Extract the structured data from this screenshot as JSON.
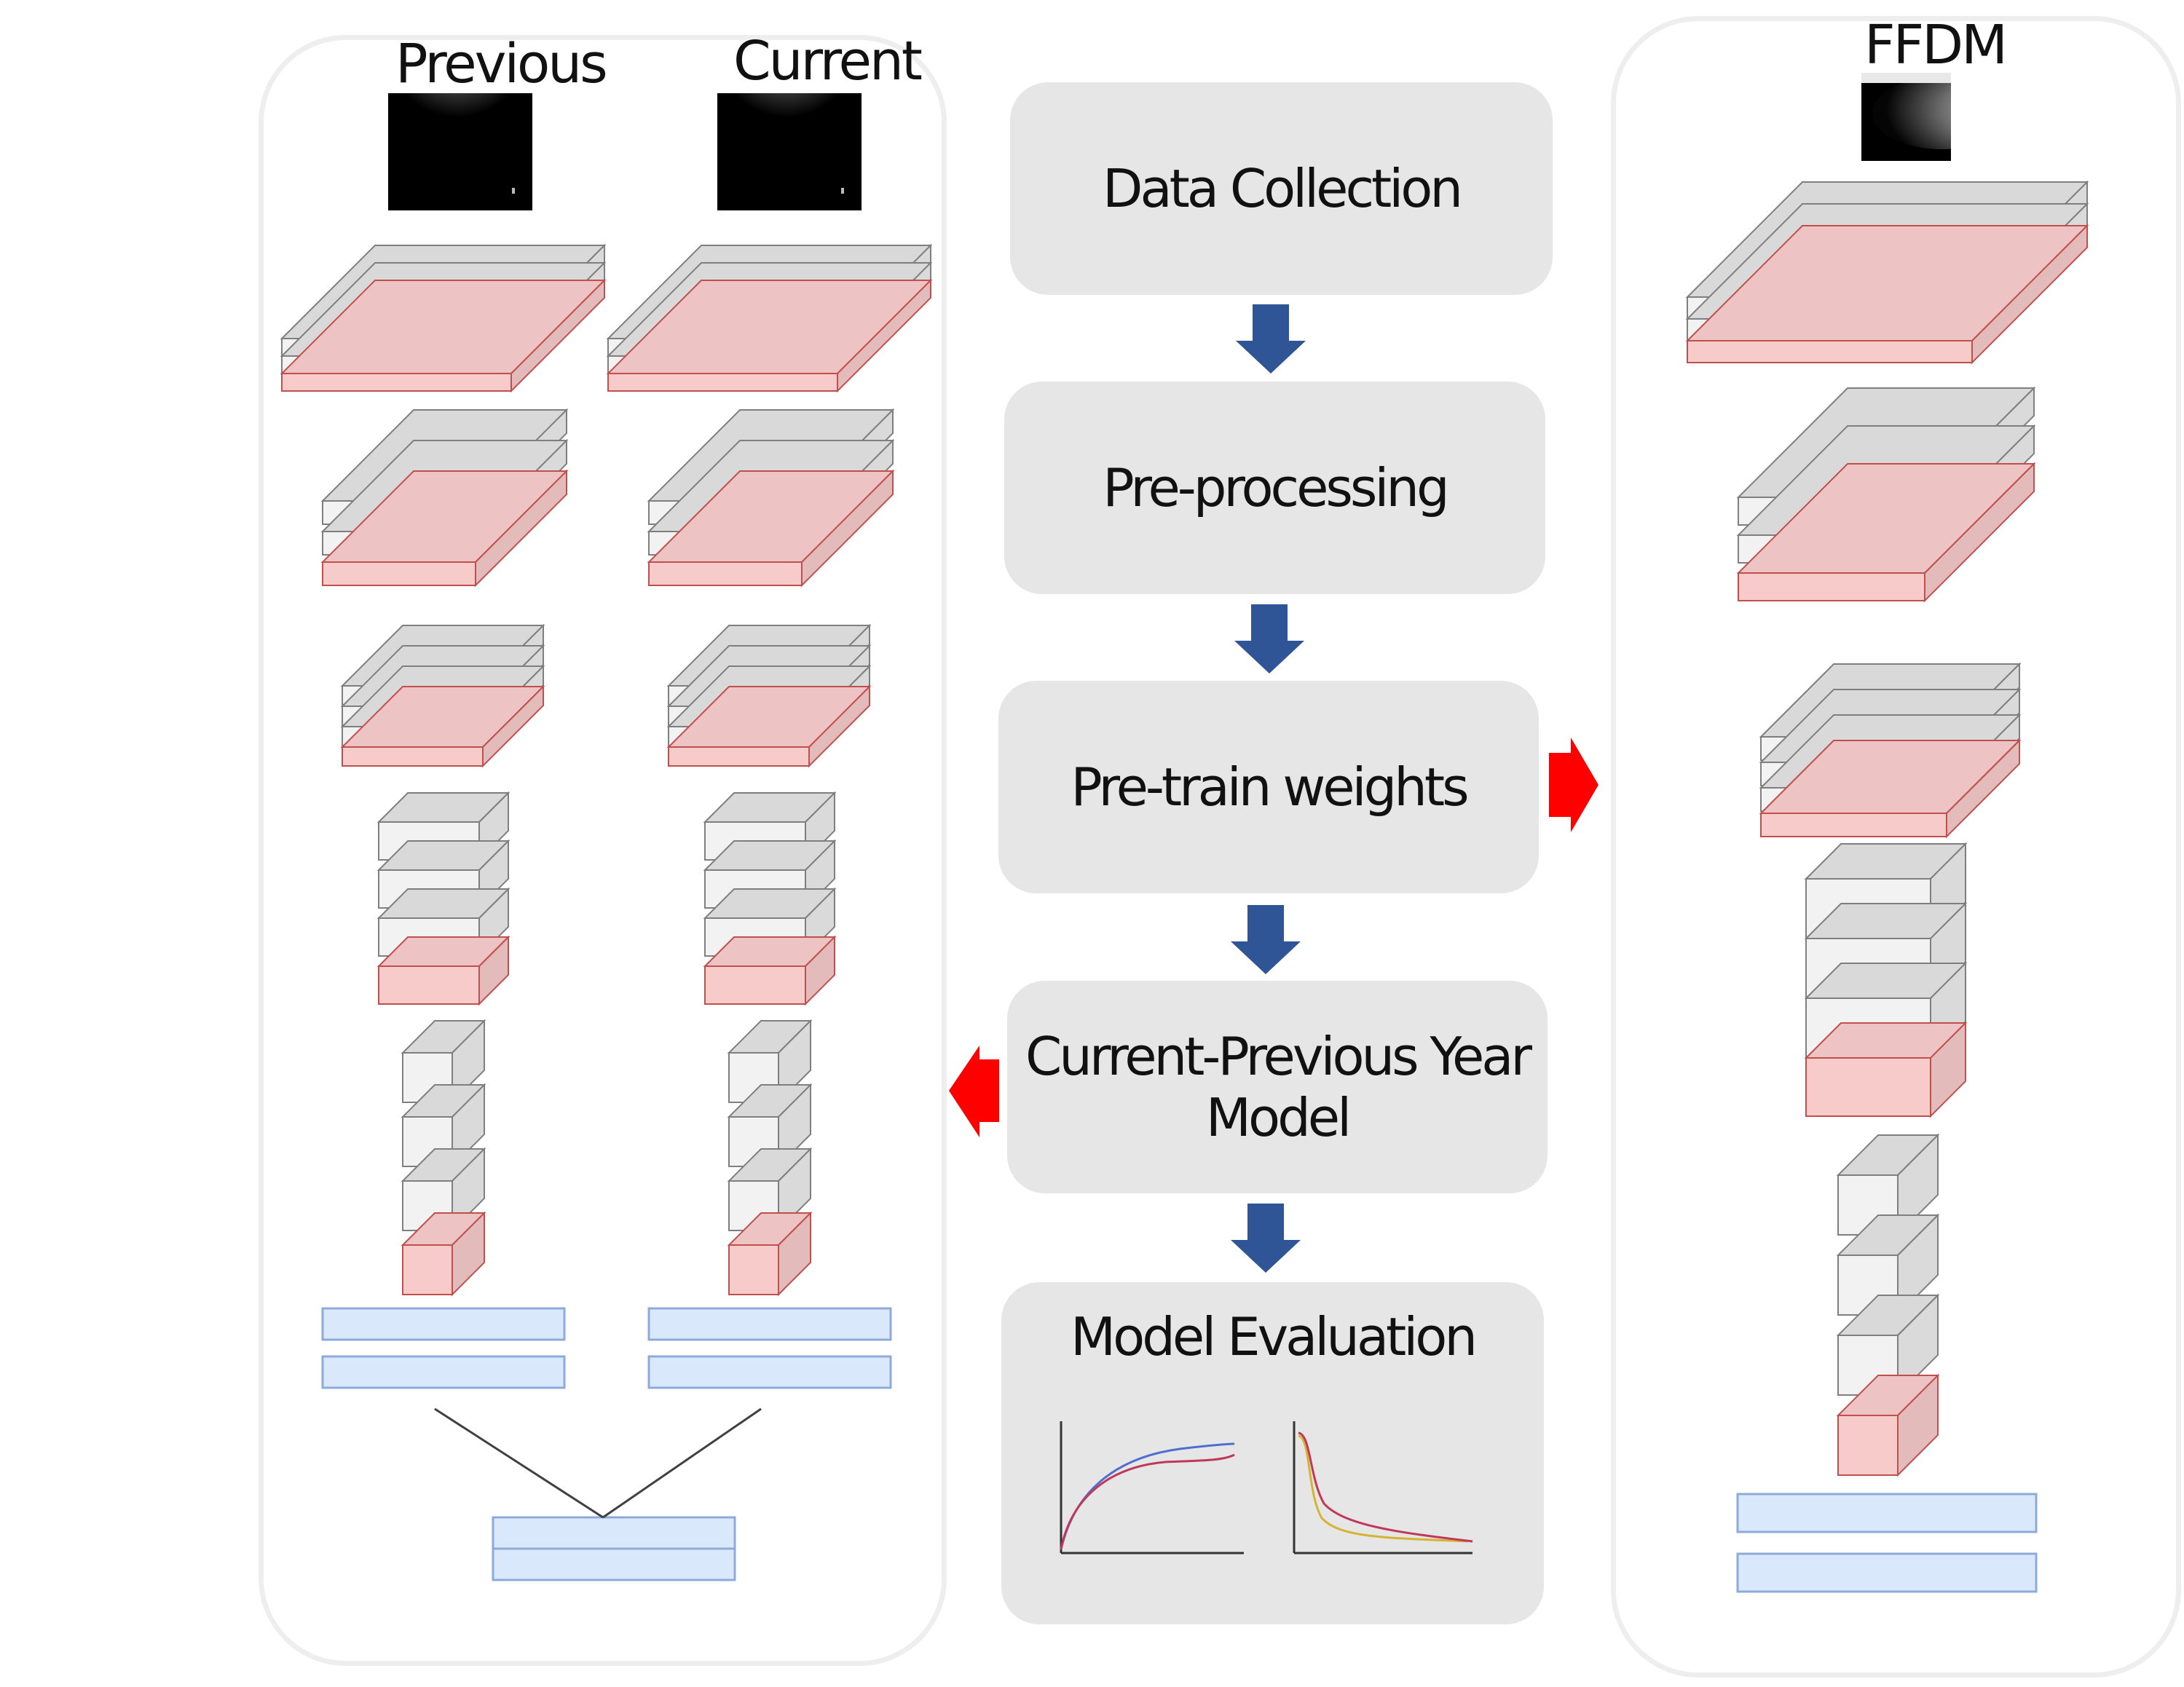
{
  "left_panel": {
    "titles": [
      "Previous",
      "Current"
    ]
  },
  "right_panel": {
    "title": "FFDM"
  },
  "pipeline": {
    "steps": [
      "Data Collection",
      "Pre-processing",
      "Pre-train weights",
      "Current-Previous Year\nModel",
      "Model Evaluation"
    ]
  },
  "colors": {
    "flow_arrow": "#2f5597",
    "highlight_arrow": "#ff0000",
    "conv_layer": "#f2f2f2",
    "conv_top": "#d9d9d9",
    "pool_layer": "#f8cbcb",
    "pool_stroke": "#c0504d",
    "dense_layer": "#dae8fc",
    "dense_stroke": "#8eaadb",
    "step_box": "#e6e6e6",
    "panel_border": "#eeeeee",
    "curve_blue": "#4f6fd0",
    "curve_red": "#c0395a",
    "curve_yellow": "#d4b431"
  }
}
